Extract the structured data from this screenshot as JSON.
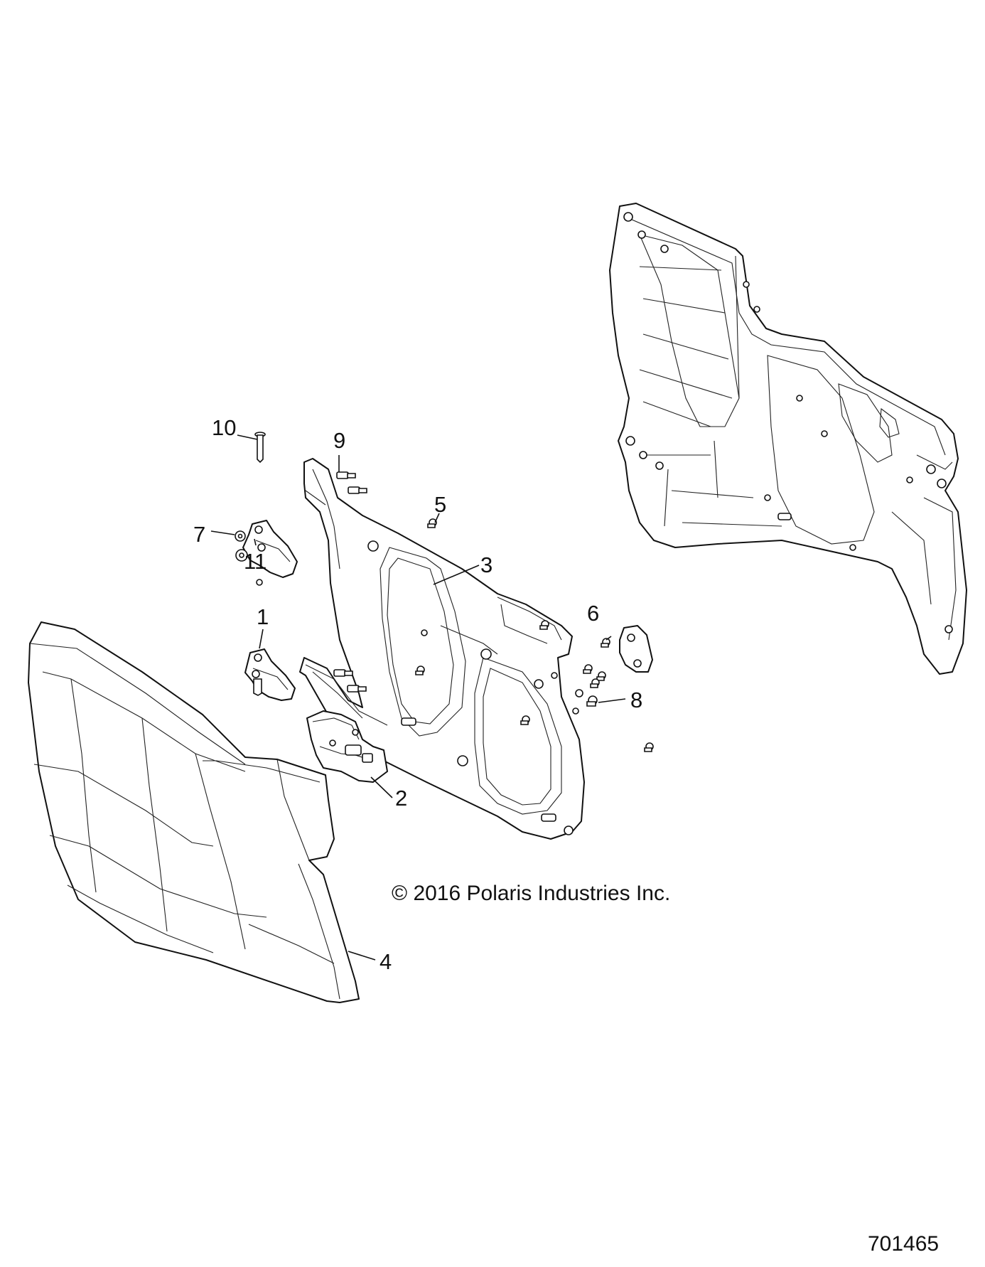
{
  "diagram": {
    "copyright": "© 2016 Polaris Industries Inc.",
    "figure_number": "701465",
    "callouts": [
      {
        "id": "1",
        "label": "1"
      },
      {
        "id": "2",
        "label": "2"
      },
      {
        "id": "3",
        "label": "3"
      },
      {
        "id": "4",
        "label": "4"
      },
      {
        "id": "5",
        "label": "5"
      },
      {
        "id": "6",
        "label": "6"
      },
      {
        "id": "7",
        "label": "7"
      },
      {
        "id": "8",
        "label": "8"
      },
      {
        "id": "9",
        "label": "9"
      },
      {
        "id": "10",
        "label": "10"
      },
      {
        "id": "11",
        "label": "11"
      }
    ],
    "colors": {
      "line": "#111111",
      "background": "#ffffff"
    }
  }
}
